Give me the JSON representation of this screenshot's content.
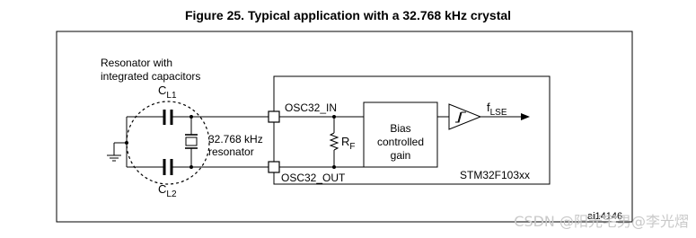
{
  "title": "Figure 25. Typical application with a 32.768 kHz crystal",
  "labels": {
    "resonator_group_line1": "Resonator with",
    "resonator_group_line2": "integrated capacitors",
    "cap_top": "C",
    "cap_top_sub": "L1",
    "cap_bottom": "C",
    "cap_bottom_sub": "L2",
    "crystal_line1": "32.768 kHz",
    "crystal_line2": "resonator",
    "pin_in": "OSC32_IN",
    "pin_out": "OSC32_OUT",
    "resistor": "R",
    "resistor_sub": "F",
    "bias_line1": "Bias",
    "bias_line2": "controlled",
    "bias_line3": "gain",
    "output": "f",
    "output_sub": "LSE",
    "chip": "STM32F103xx",
    "figure_id": "ai14146"
  },
  "watermark": "CSDN @阳光宅男@李光熠"
}
